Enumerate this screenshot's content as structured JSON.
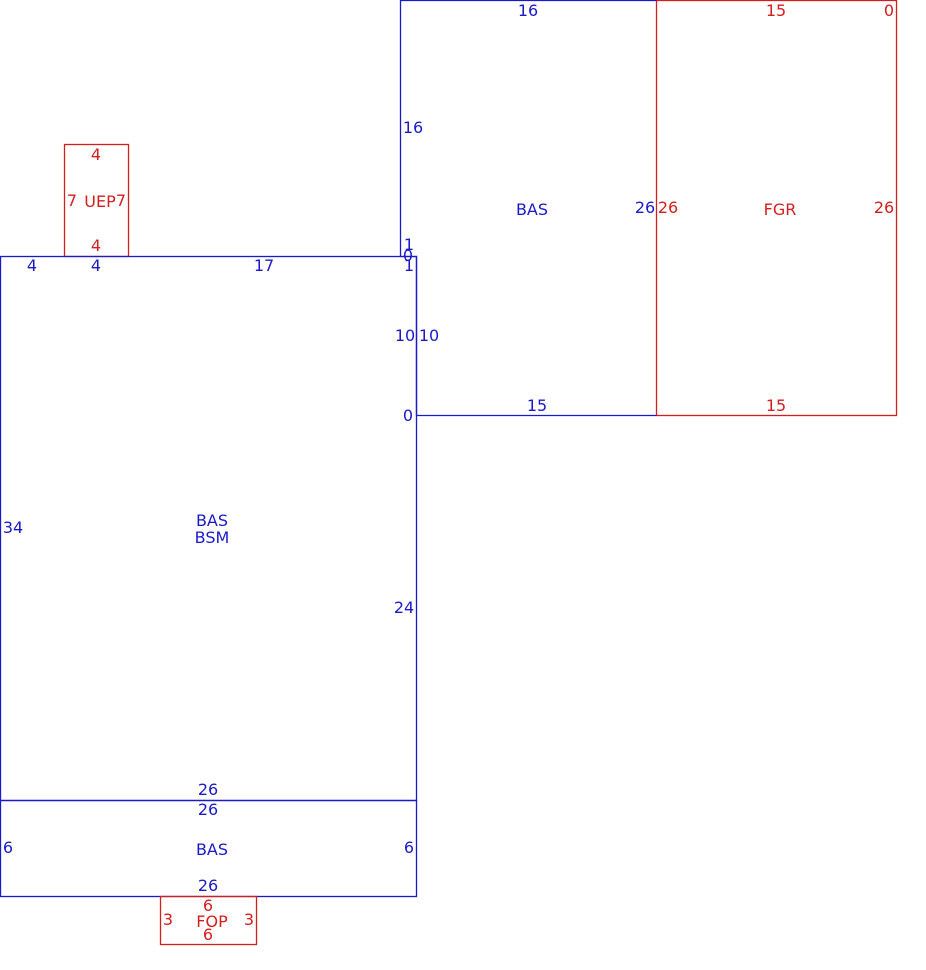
{
  "colors": {
    "primary": "#1a1ac8",
    "secondary": "#d21e1e"
  },
  "areas": {
    "uep": {
      "code": "UEP",
      "dims": {
        "top": "4",
        "bottom": "4",
        "left": "7",
        "right": "7"
      }
    },
    "bas_upper": {
      "code": "BAS",
      "dims": {
        "top": "16",
        "left_upper": "16",
        "right": "26",
        "bottom": "15",
        "left_lower_a": "10",
        "left_lower_b": "10",
        "corner_a": "1",
        "corner_b": "0",
        "corner_c": "1",
        "corner_d": "0"
      }
    },
    "fgr": {
      "code": "FGR",
      "dims": {
        "top": "15",
        "top_corner": "0",
        "left": "26",
        "right": "26",
        "bottom": "15"
      }
    },
    "bas_main": {
      "code_1": "BAS",
      "code_2": "BSM",
      "dims": {
        "top_left": "4",
        "top_mid_a": "4",
        "top_mid_b": "17",
        "left": "34",
        "right": "24",
        "bottom": "26"
      }
    },
    "bas_lower": {
      "code": "BAS",
      "dims": {
        "top": "26",
        "left": "6",
        "right": "6",
        "bottom": "26"
      }
    },
    "fop": {
      "code": "FOP",
      "dims": {
        "top": "6",
        "bottom": "6",
        "left": "3",
        "right": "3"
      }
    }
  }
}
